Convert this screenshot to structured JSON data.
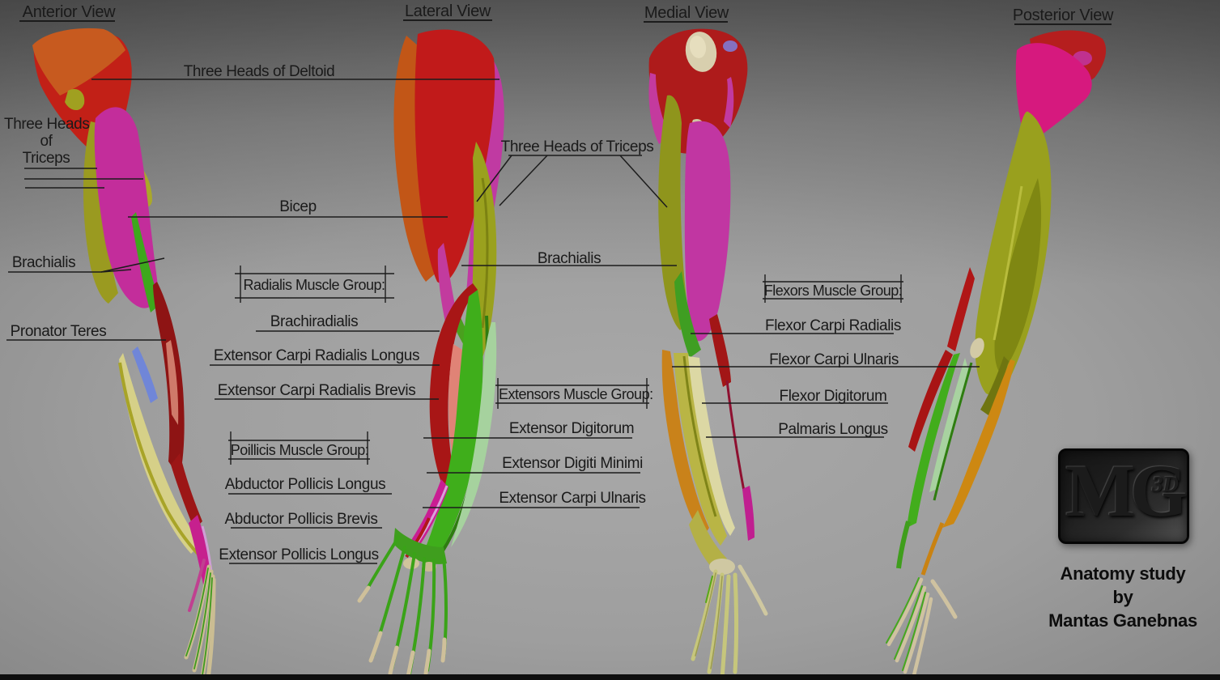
{
  "view_titles": {
    "anterior": "Anterior View",
    "lateral": "Lateral View",
    "medial": "Medial View",
    "posterior": "Posterior View"
  },
  "muscle_labels": {
    "three_heads_of_deltoid": "Three Heads of Deltoid",
    "three_heads_of_triceps_left": {
      "line1": "Three Heads",
      "line2": "of",
      "line3": "Triceps"
    },
    "bicep": "Bicep",
    "brachialis_anterior": "Brachialis",
    "pronator_teres": "Pronator Teres",
    "brachiradialis": "Brachiradialis",
    "extensor_carpi_radialis_longus": "Extensor Carpi Radialis Longus",
    "extensor_carpi_radialis_brevis": "Extensor Carpi Radialis Brevis",
    "abductor_pollicis_longus": "Abductor Pollicis Longus",
    "abductor_pollicis_brevis": "Abductor Pollicis Brevis",
    "extensor_pollicis_longus": "Extensor Pollicis Longus",
    "three_heads_of_triceps_center": "Three Heads of Triceps",
    "brachialis_center": "Brachialis",
    "extensor_digitorum": "Extensor Digitorum",
    "extensor_digiti_minimi": "Extensor Digiti Minimi",
    "extensor_carpi_ulnaris": "Extensor Carpi Ulnaris",
    "flexor_carpi_radialis": "Flexor Carpi Radialis",
    "flexor_carpi_ulnaris": "Flexor Carpi Ulnaris",
    "flexor_digitorum": "Flexor Digitorum",
    "palmaris_longus": "Palmaris Longus"
  },
  "muscle_groups": {
    "radialis": "Radialis Muscle Group:",
    "pollicis": "Poillicis Muscle Group:",
    "extensors": "Extensors Muscle Group:",
    "flexors": "Flexors Muscle Group:"
  },
  "logo": {
    "initials": "MG",
    "superscript": "3D"
  },
  "credit": {
    "line1": "Anatomy study",
    "line2": "by",
    "line3": "Mantas Ganebnas"
  },
  "palette": {
    "label_color": "#1a1a1a",
    "background_center": "#a9a9a9",
    "background_edge": "#464646",
    "deltoid_red": "#c22017",
    "deltoid_orange": "#c75a1f",
    "deltoid_pink": "#d6197e",
    "bicep_magenta": "#c32d9b",
    "triceps_olive": "#9aa01e",
    "brachialis_green": "#3da81c",
    "brachioradialis_red": "#a81616",
    "extensor_bright_green": "#3fae1b",
    "extensor_pale_green": "#a6d29e",
    "flexor_khaki": "#d6d088",
    "flexor_orange": "#cd8812",
    "pronator_blue": "#7086d8",
    "abductor_magenta": "#c91e93",
    "salmon": "#e08376",
    "bone_tan": "#cfc09a",
    "bone_cream": "#d8cfae"
  }
}
